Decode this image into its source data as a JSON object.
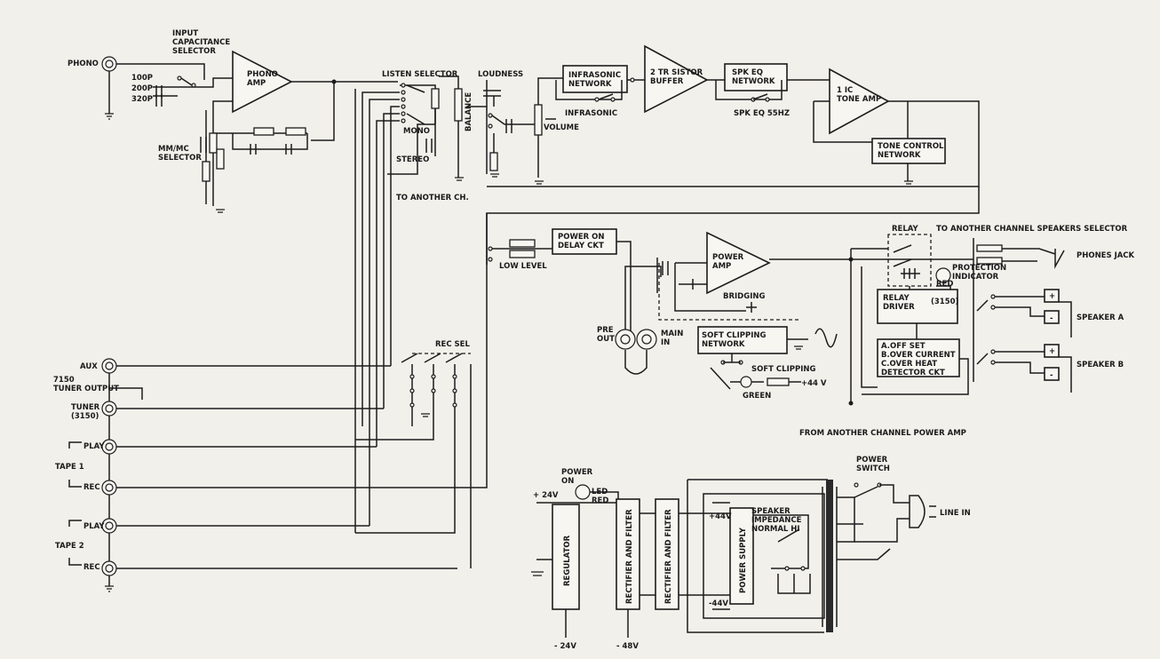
{
  "inputs": {
    "phono": "PHONO",
    "aux": "AUX",
    "tuner_output": "7150\nTUNER OUTPUT",
    "tuner": "TUNER\n(3150)",
    "play1": "PLAY",
    "rec1": "REC",
    "tape1": "TAPE 1",
    "play2": "PLAY",
    "rec2": "REC",
    "tape2": "TAPE 2"
  },
  "selectors": {
    "input_capacitance": "INPUT\nCAPACITANCE\nSELECTOR",
    "cap_100": "100P",
    "cap_200": "200P",
    "cap_320": "320P",
    "mm_mc": "MM/MC\nSELECTOR",
    "listen": "LISTEN SELECTOR",
    "mono": "MONO",
    "stereo": "STEREO",
    "to_another_ch": "TO ANOTHER CH.",
    "rec_sel": "REC  SEL",
    "balance": "BALANCE",
    "loudness": "LOUDNESS",
    "volume": "VOLUME",
    "infrasonic_sw": "INFRASONIC",
    "spk_eq_sw": "SPK EQ 55HZ",
    "low_level": "LOW LEVEL",
    "bridging": "BRIDGING",
    "soft_clipping_sw": "SOFT CLIPPING",
    "green": "GREEN",
    "plus44v_small": "+44 V"
  },
  "blocks": {
    "phono_amp": "PHONO\nAMP",
    "infrasonic_network": "INFRASONIC\nNETWORK",
    "buffer": "2 TR SISTOR\nBUFFER",
    "spk_eq_network": "SPK EQ\nNETWORK",
    "tone_amp": "1 IC\nTONE AMP",
    "tone_control": "TONE CONTROL\nNETWORK",
    "power_on_delay": "POWER ON\nDELAY CKT",
    "power_amp": "POWER\nAMP",
    "soft_clipping_network": "SOFT CLIPPING\nNETWORK",
    "pre_out": "PRE\nOUT",
    "main_in": "MAIN\nIN",
    "relay": "RELAY",
    "relay_driver": "RELAY\nDRIVER",
    "relay_driver_note": "(3150)",
    "protection": "PROTECTION\nINDICATOR",
    "red": "RED",
    "detector": "A.OFF SET\nB.OVER CURRENT\nC.OVER HEAT\nDETECTOR CKT",
    "speakers_selector": "TO ANOTHER CHANNEL SPEAKERS SELECTOR",
    "phones_jack": "PHONES JACK",
    "speaker_a": "SPEAKER  A",
    "speaker_b": "SPEAKER  B",
    "from_another": "FROM ANOTHER CHANNEL POWER AMP"
  },
  "power": {
    "power_on": "POWER\nON",
    "led_red": "LED\nRED",
    "plus24v": "+ 24V",
    "minus24v": "- 24V",
    "minus48v": "- 48V",
    "regulator": "REGULATOR",
    "rectifier1": "RECTIFIER AND FILTER",
    "rectifier2": "RECTIFIER AND FILTER",
    "power_supply": "POWER SUPPLY",
    "plus44v": "+44V",
    "minus44v": "-44V",
    "speaker_impedance": "SPEAKER\nIMPEDANCE\nNORMAL HI",
    "power_switch": "POWER\nSWITCH",
    "line_in": "LINE IN"
  }
}
